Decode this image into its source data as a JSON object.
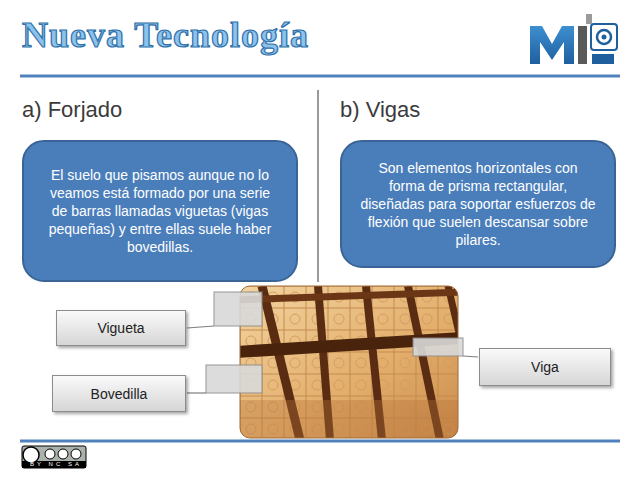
{
  "diagram": {
    "title": "Nueva Tecnología",
    "nodes": [
      {
        "text": [
          "a) Forjado",
          "El suelo que pisamos aunque no lo veamos está formado por una serie de barras llamadas viguetas (vigas pequeñas) y entre ellas suele haber bovedillas."
        ]
      },
      {
        "text": [
          "b) Vigas",
          "Son elementos horizontales con forma de prisma rectangular, diseñadas para soportar esfuerzos de flexión que suelen descansar sobre pilares."
        ]
      },
      {
        "text": [
          "Vigueta"
        ]
      },
      {
        "text": [
          "Bovedilla"
        ]
      },
      {
        "text": [
          "Viga"
        ]
      }
    ],
    "labels": [
      "BY NC SA"
    ]
  }
}
